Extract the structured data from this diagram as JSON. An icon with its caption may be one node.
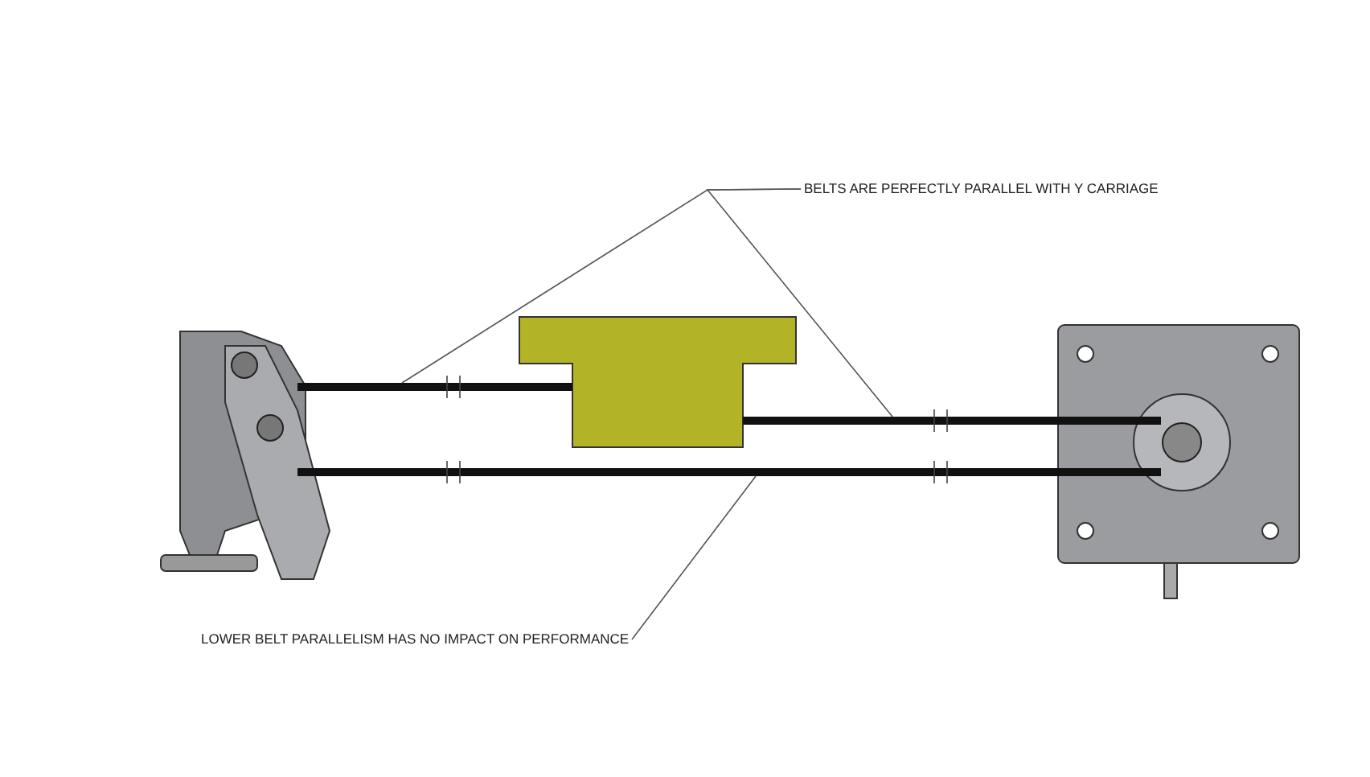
{
  "diagram": {
    "nodes": [
      {
        "text": [
          "BELTS ARE PERFECTLY PARALLEL WITH Y CARRIAGE"
        ]
      },
      {
        "text": [],
        "shape": "bar"
      },
      {
        "text": [],
        "shape": "bar"
      },
      {
        "text": [
          "LOWER BELT PARALLELISM HAS NO IMPACT ON PERFORMANCE"
        ]
      },
      {
        "text": [],
        "shape": "bar"
      }
    ],
    "edges": [
      {
        "from": 0,
        "to": 1,
        "arrow": "none"
      },
      {
        "from": 0,
        "to": 2,
        "arrow": "none"
      },
      {
        "from": 3,
        "to": 4,
        "arrow": "none"
      }
    ]
  }
}
